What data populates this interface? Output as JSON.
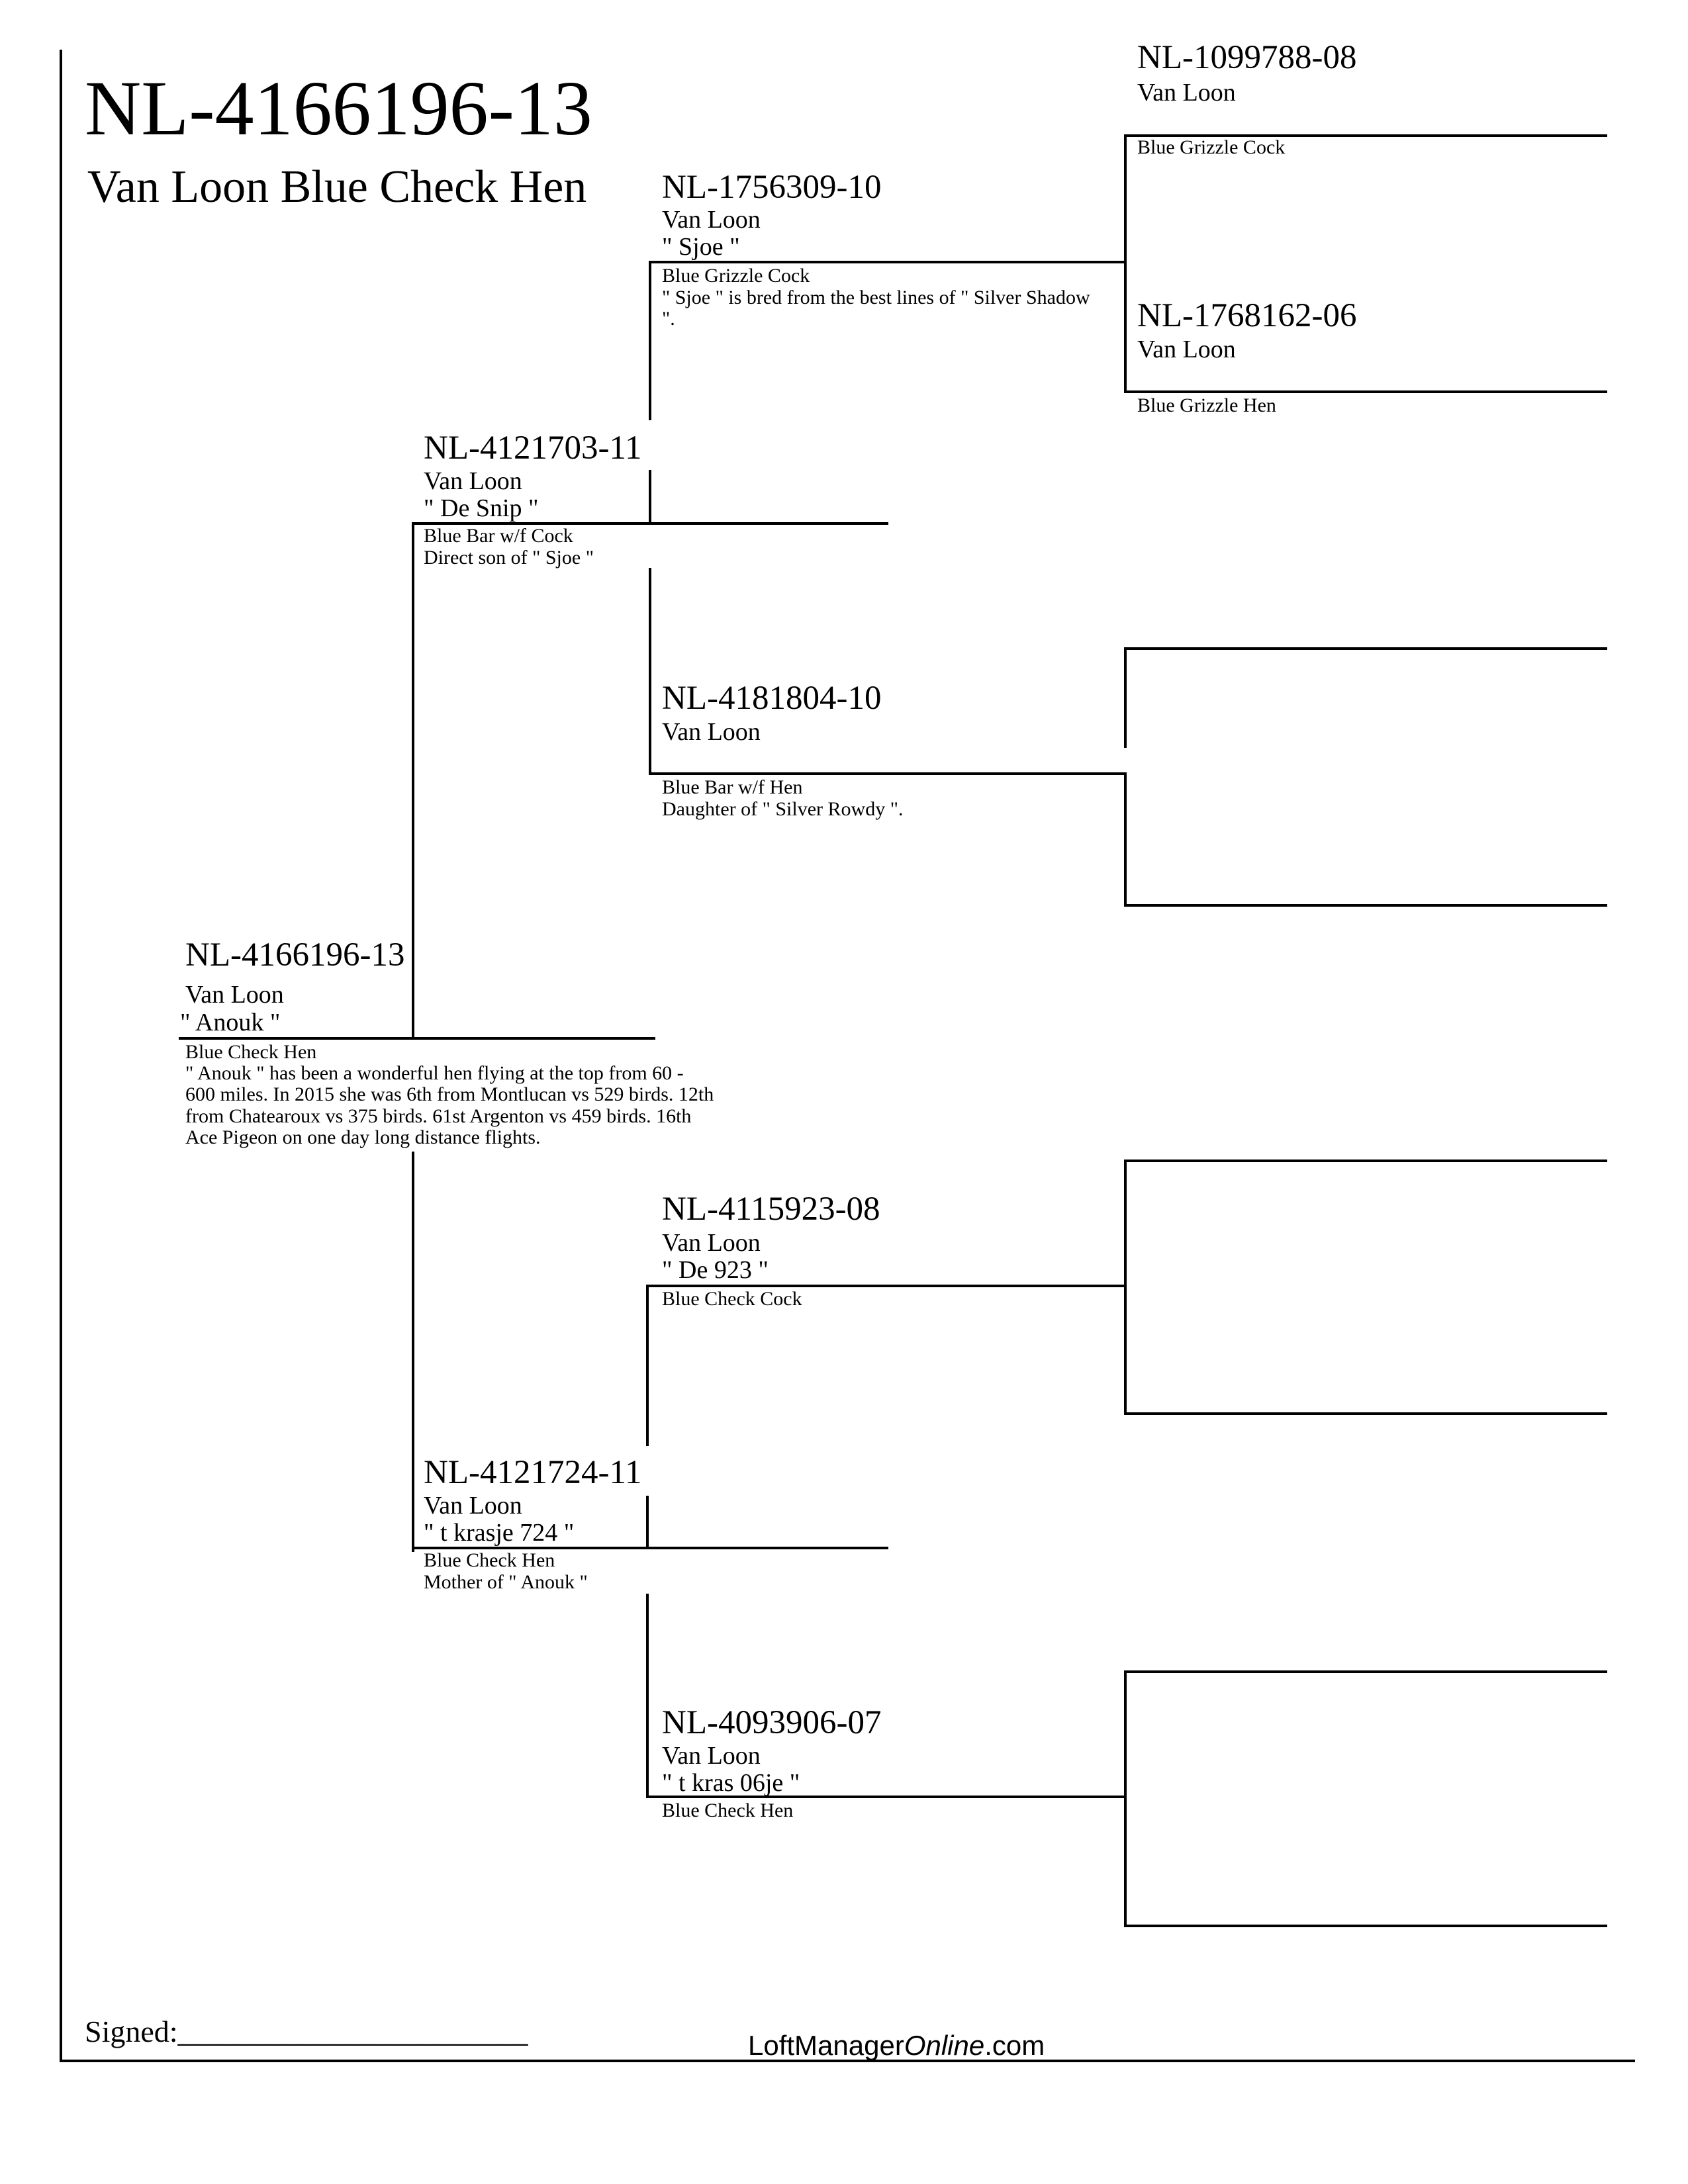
{
  "header": {
    "ring": "NL-4166196-13",
    "title": "Van Loon Blue Check Hen"
  },
  "subject": {
    "ring": "NL-4166196-13",
    "breeder": "Van Loon",
    "name": "\" Anouk \"",
    "color": "Blue Check Hen",
    "notes": "\" Anouk \" has been a wonderful hen flying at the top from 60 - 600 miles. In 2015 she was 6th from Montlucan vs 529 birds. 12th from Chatearoux vs 375 birds. 61st Argenton vs 459 birds. 16th Ace Pigeon on one day long distance flights."
  },
  "sire": {
    "ring": "NL-4121703-11",
    "breeder": "Van Loon",
    "name": "\" De Snip \"",
    "color": "Blue Bar w/f Cock",
    "notes": "Direct son of \" Sjoe \""
  },
  "dam": {
    "ring": "NL-4121724-11",
    "breeder": "Van Loon",
    "name": "\" t krasje 724 \"",
    "color": "Blue Check Hen",
    "notes": "Mother of \" Anouk \""
  },
  "sire_sire": {
    "ring": "NL-1756309-10",
    "breeder": "Van Loon",
    "name": "\" Sjoe \"",
    "color": "Blue Grizzle Cock",
    "notes": "\" Sjoe \" is bred from the best lines of \" Silver Shadow \"."
  },
  "sire_dam": {
    "ring": "NL-4181804-10",
    "breeder": "Van Loon",
    "color": "Blue Bar w/f Hen",
    "notes": "Daughter of \" Silver Rowdy \"."
  },
  "dam_sire": {
    "ring": "NL-4115923-08",
    "breeder": "Van Loon",
    "name": "\" De 923 \"",
    "color": "Blue Check Cock"
  },
  "dam_dam": {
    "ring": "NL-4093906-07",
    "breeder": "Van Loon",
    "name": "\" t kras 06je \"",
    "color": "Blue Check Hen"
  },
  "ss_sire": {
    "ring": "NL-1099788-08",
    "breeder": "Van Loon",
    "color": "Blue Grizzle Cock"
  },
  "ss_dam": {
    "ring": "NL-1768162-06",
    "breeder": "Van Loon",
    "color": "Blue Grizzle Hen"
  },
  "footer": {
    "signed_label": "Signed:_______________________",
    "brand_plain": "LoftManager",
    "brand_italic": "Online",
    "brand_suffix": ".com"
  }
}
